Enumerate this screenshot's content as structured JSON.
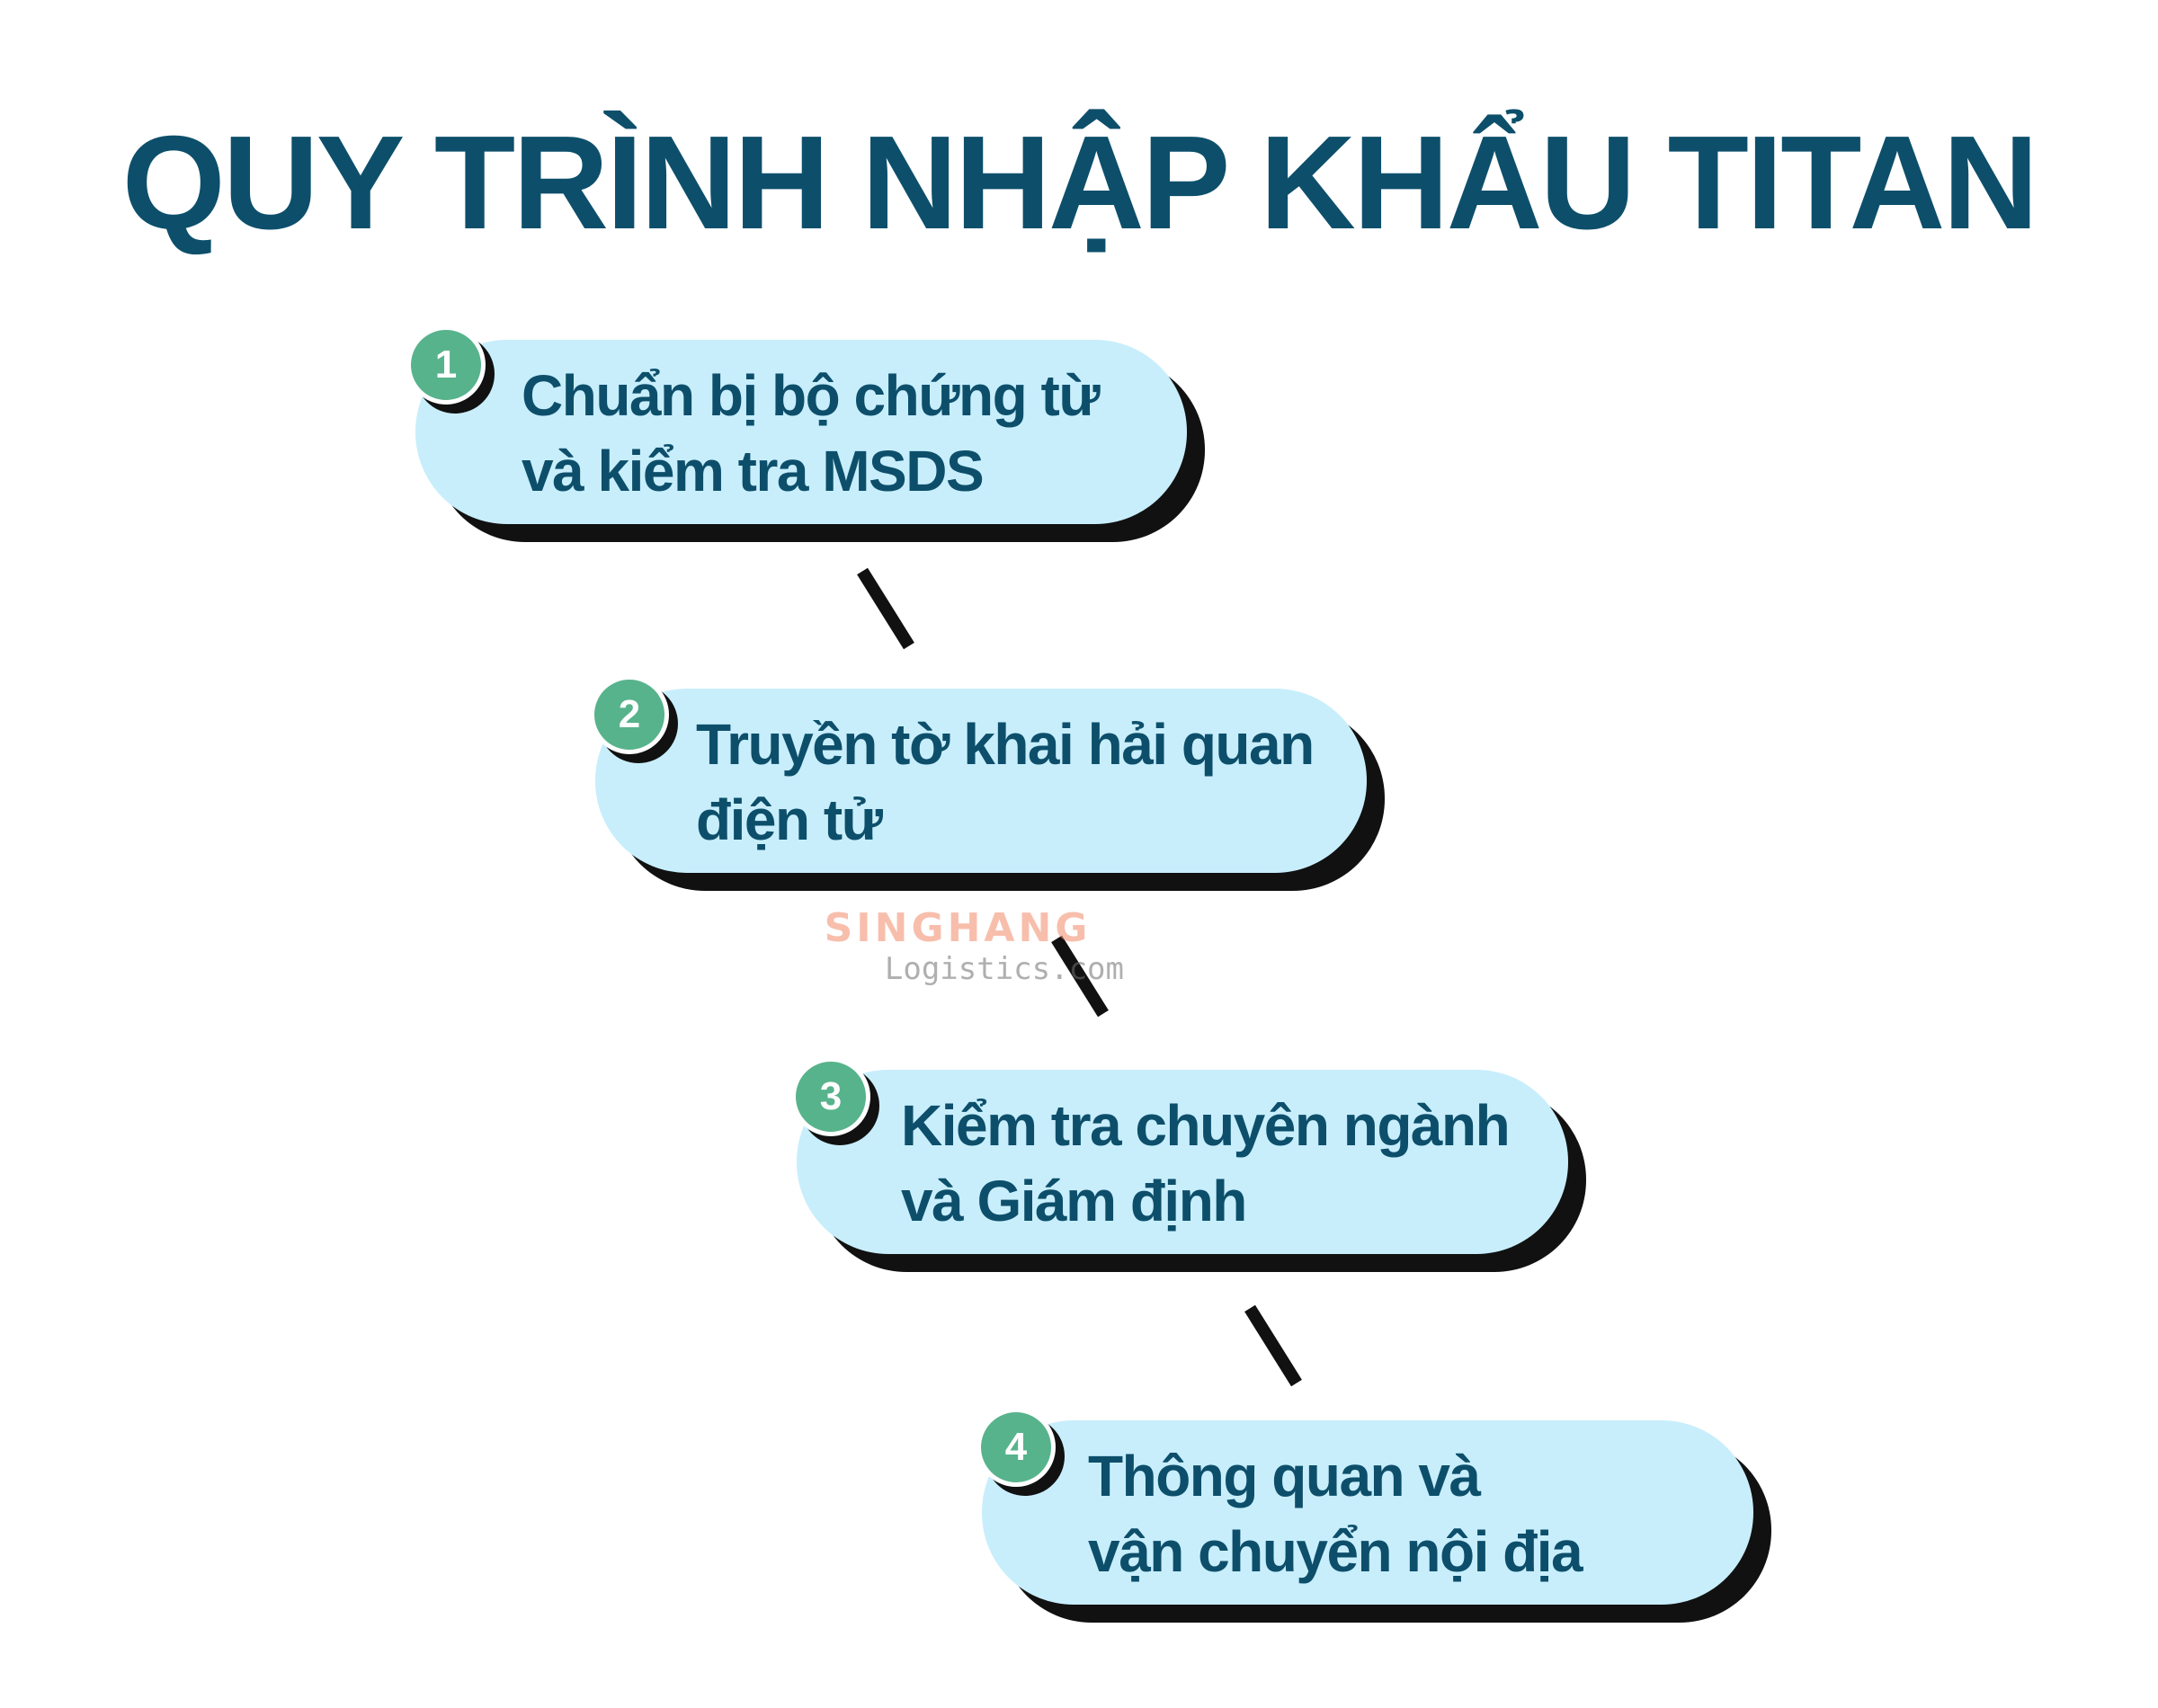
{
  "title": "QUY TRÌNH NHẬP KHẨU TITAN",
  "colors": {
    "title": "#0d4f6b",
    "box_fill": "#c8eefc",
    "box_shadow": "#111111",
    "badge_fill": "#57b38c",
    "connector": "#111111"
  },
  "steps": [
    {
      "number": "1",
      "line1": "Chuẩn bị bộ chứng từ",
      "line2": "và kiểm tra MSDS"
    },
    {
      "number": "2",
      "line1": "Truyền tờ khai hải quan",
      "line2": "điện tử"
    },
    {
      "number": "3",
      "line1": "Kiểm tra chuyên ngành",
      "line2": "và Giám định"
    },
    {
      "number": "4",
      "line1": "Thông quan và",
      "line2": "vận chuyển nội địa"
    }
  ],
  "watermark": {
    "brand": "SINGHANG",
    "sub": "Logistics.com"
  }
}
